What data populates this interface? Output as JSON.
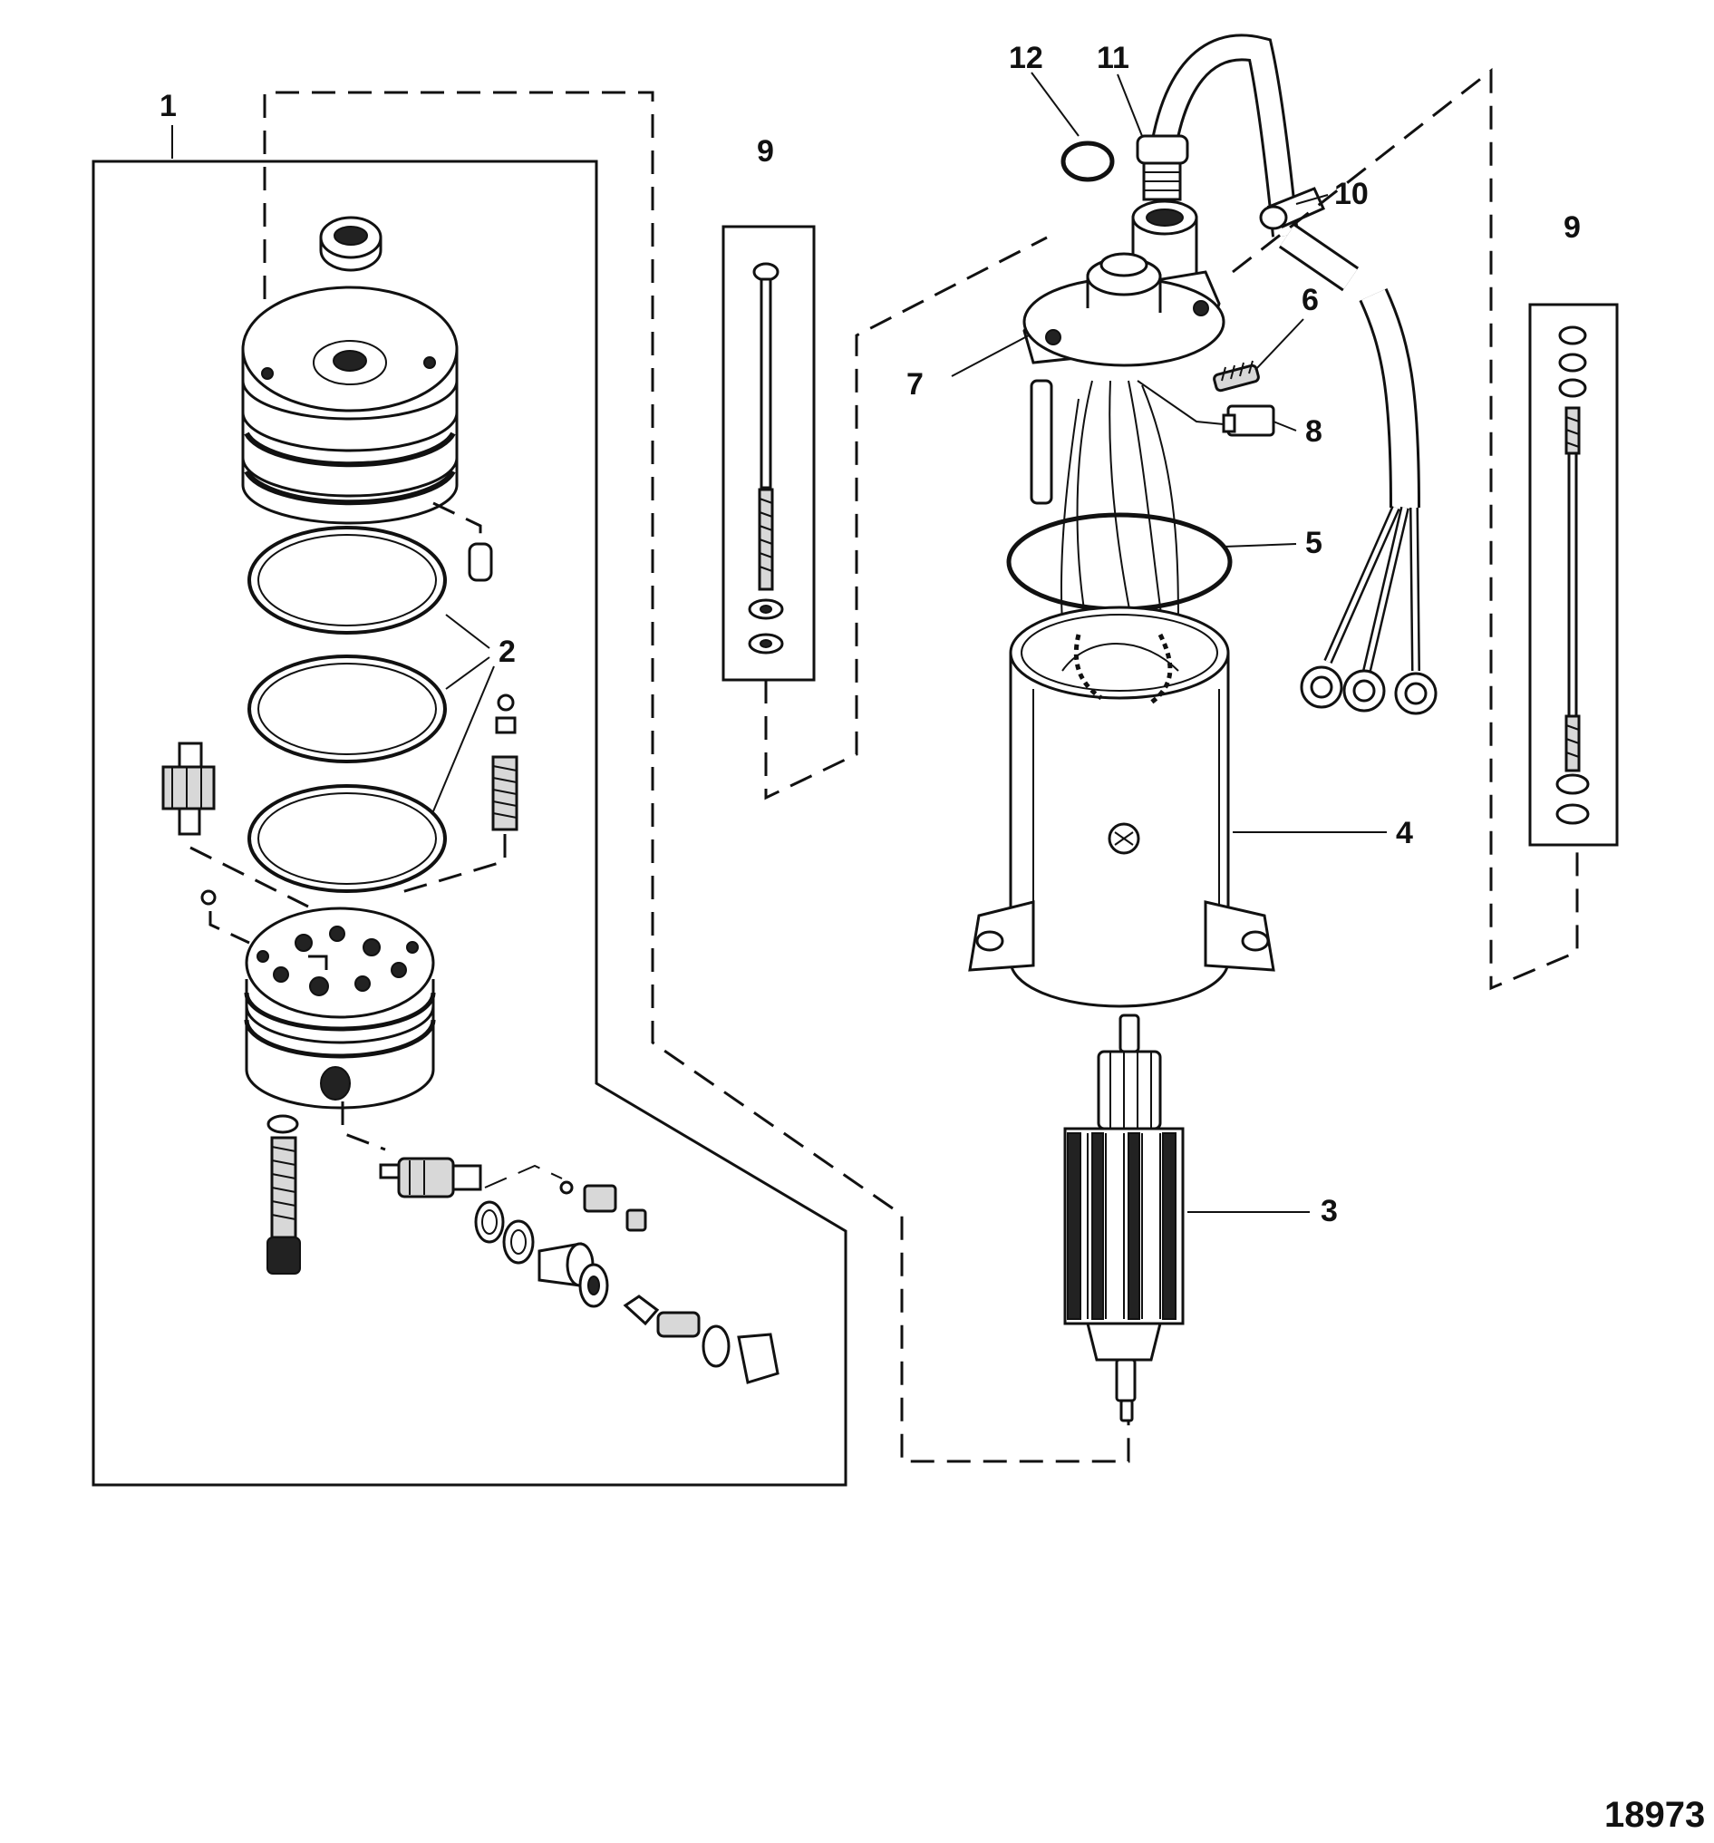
{
  "diagram": {
    "figure_number": "18973",
    "callouts": [
      {
        "id": "c1",
        "label": "1"
      },
      {
        "id": "c2",
        "label": "2"
      },
      {
        "id": "c3",
        "label": "3"
      },
      {
        "id": "c4",
        "label": "4"
      },
      {
        "id": "c5",
        "label": "5"
      },
      {
        "id": "c6",
        "label": "6"
      },
      {
        "id": "c7",
        "label": "7"
      },
      {
        "id": "c8",
        "label": "8"
      },
      {
        "id": "c9a",
        "label": "9"
      },
      {
        "id": "c9b",
        "label": "9"
      },
      {
        "id": "c10",
        "label": "10"
      },
      {
        "id": "c11",
        "label": "11"
      },
      {
        "id": "c12",
        "label": "12"
      }
    ]
  }
}
